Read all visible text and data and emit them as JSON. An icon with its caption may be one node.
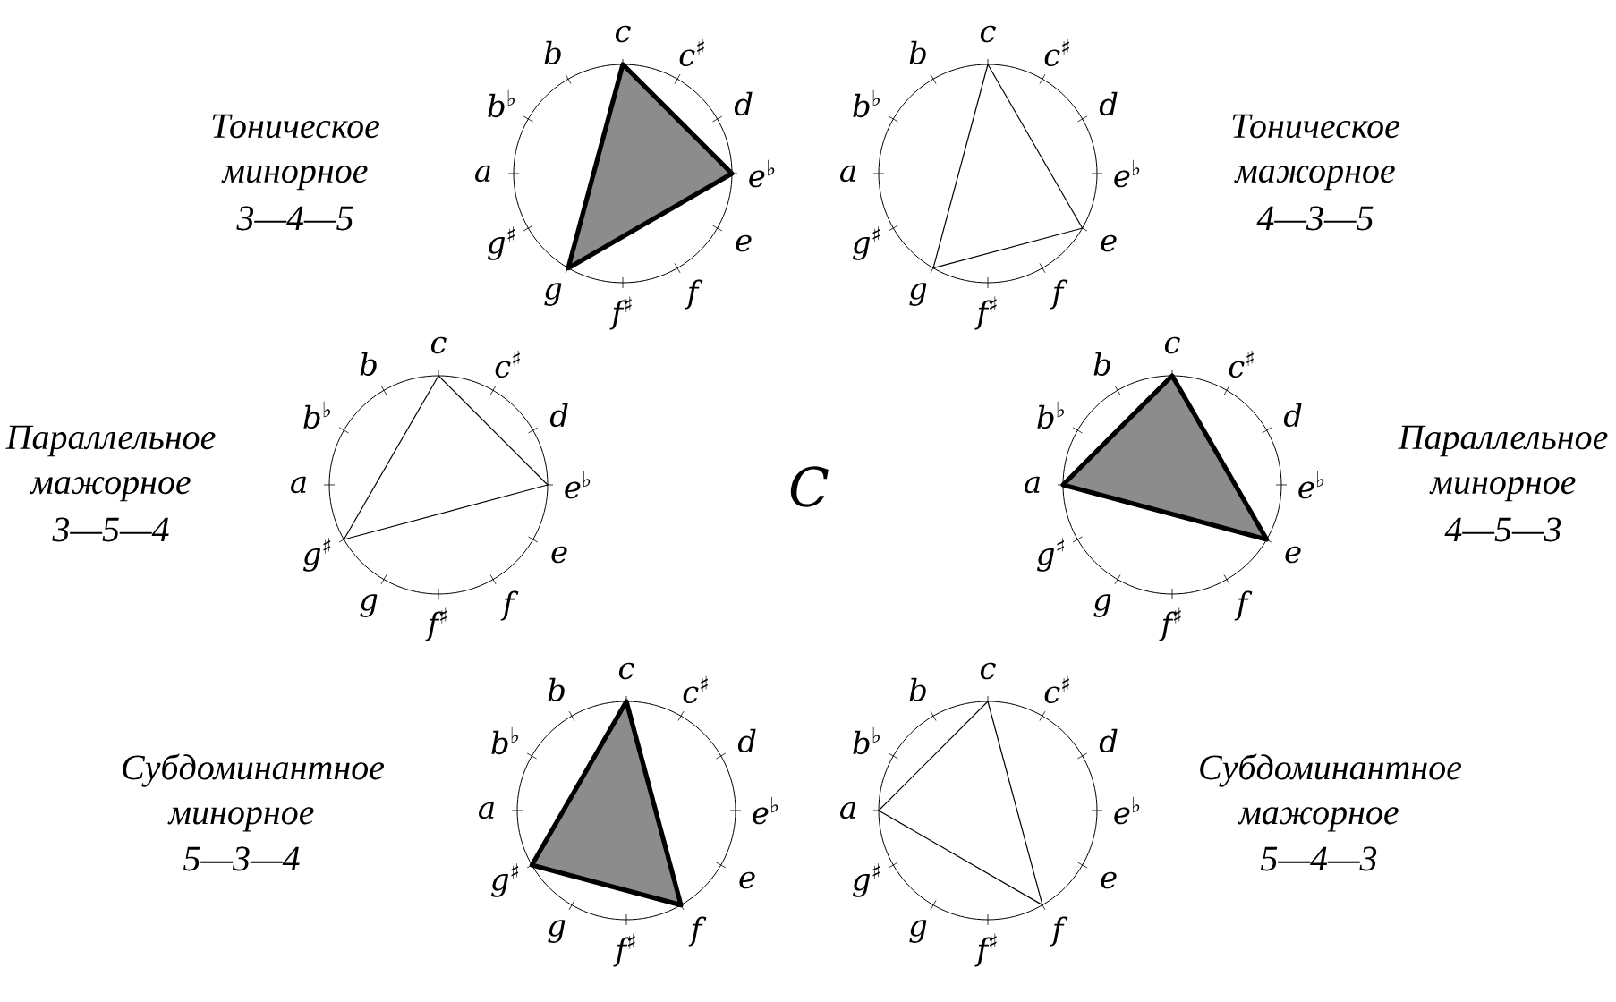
{
  "diagram": {
    "nodes": [
      {
        "text": [],
        "shape": "circle",
        "beside": [
          "c",
          "c$^{♯}$",
          "d",
          "e$^{♭}$",
          "e",
          "f",
          "f$^{♯}$",
          "g",
          "g$^{♯}$",
          "a",
          "b$^{♭}$",
          "b",
          "Тоническое минорное",
          "3—4—5"
        ]
      },
      {
        "text": [],
        "shape": "triangle",
        "in": 0
      },
      {
        "text": [],
        "shape": "circle",
        "beside": [
          "c",
          "c$^{♯}$",
          "d",
          "e$^{♭}$",
          "e",
          "f",
          "f$^{♯}$",
          "g",
          "g$^{♯}$",
          "a",
          "b$^{♭}$",
          "b",
          "Тоническое мажорное",
          "4—3—5"
        ]
      },
      {
        "text": [],
        "shape": "triangle",
        "in": 2
      },
      {
        "text": [],
        "shape": "circle",
        "beside": [
          "c",
          "c$^{♯}$",
          "d",
          "e$^{♭}$",
          "e",
          "f",
          "f$^{♯}$",
          "g",
          "g$^{♯}$",
          "a",
          "b$^{♭}$",
          "b",
          "Параллельное мажорное",
          "3—5—4"
        ]
      },
      {
        "text": [],
        "shape": "triangle",
        "in": 4
      },
      {
        "text": [],
        "shape": "circle",
        "beside": [
          "c",
          "c$^{♯}$",
          "d",
          "e$^{♭}$",
          "e",
          "f",
          "f$^{♯}$",
          "g",
          "g$^{♯}$",
          "a",
          "b$^{♭}$",
          "b",
          "Параллельное минорное",
          "4—5—3"
        ]
      },
      {
        "text": [],
        "shape": "triangle",
        "in": 6
      },
      {
        "text": [],
        "shape": "circle",
        "beside": [
          "c",
          "c$^{♯}$",
          "d",
          "e$^{♭}$",
          "e",
          "f",
          "f$^{♯}$",
          "g",
          "g$^{♯}$",
          "a",
          "b$^{♭}$",
          "b",
          "Субдоминантное минорное",
          "5—3—4"
        ]
      },
      {
        "text": [],
        "shape": "triangle",
        "in": 8
      },
      {
        "text": [],
        "shape": "circle",
        "beside": [
          "c",
          "c$^{♯}$",
          "d",
          "e$^{♭}$",
          "e",
          "f",
          "f$^{♯}$",
          "g",
          "g$^{♯}$",
          "a",
          "b$^{♭}$",
          "b",
          "Субдоминантное мажорное",
          "5—4—3"
        ]
      },
      {
        "text": [],
        "shape": "triangle",
        "in": 10
      }
    ],
    "labels": [
      "C"
    ]
  }
}
